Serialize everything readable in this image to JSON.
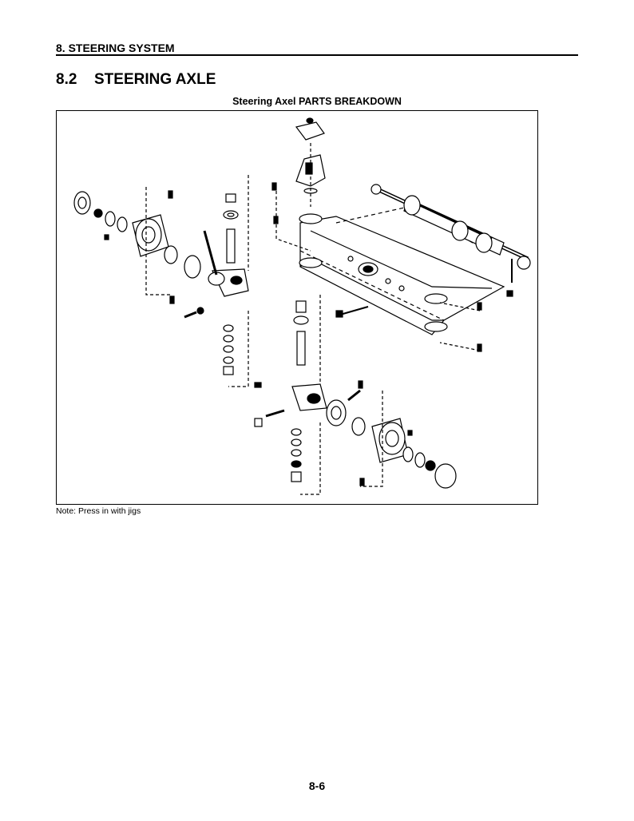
{
  "header": {
    "chapter": "8. STEERING SYSTEM"
  },
  "section": {
    "number": "8.2",
    "title": "STEERING AXLE"
  },
  "figure": {
    "title": "Steering Axel PARTS BREAKDOWN"
  },
  "note": "Note: Press in with jigs",
  "footer": {
    "page": "8-6"
  }
}
